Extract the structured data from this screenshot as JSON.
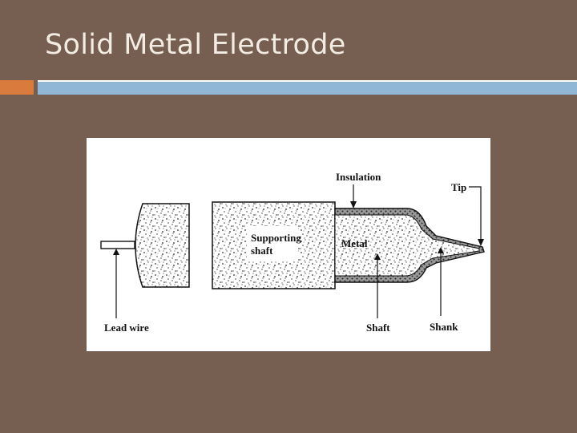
{
  "slide": {
    "title": "Solid Metal Electrode"
  },
  "colors": {
    "background": "#765e50",
    "accent_orange": "#d97b3c",
    "rule_blue": "#90b7d6",
    "title_text": "#f3ece3"
  },
  "figure": {
    "labels": {
      "insulation": "Insulation",
      "tip": "Tip",
      "supporting_shaft_line1": "Supporting",
      "supporting_shaft_line2": "shaft",
      "metal": "Metal",
      "lead_wire": "Lead wire",
      "shaft": "Shaft",
      "shank": "Shank"
    }
  }
}
